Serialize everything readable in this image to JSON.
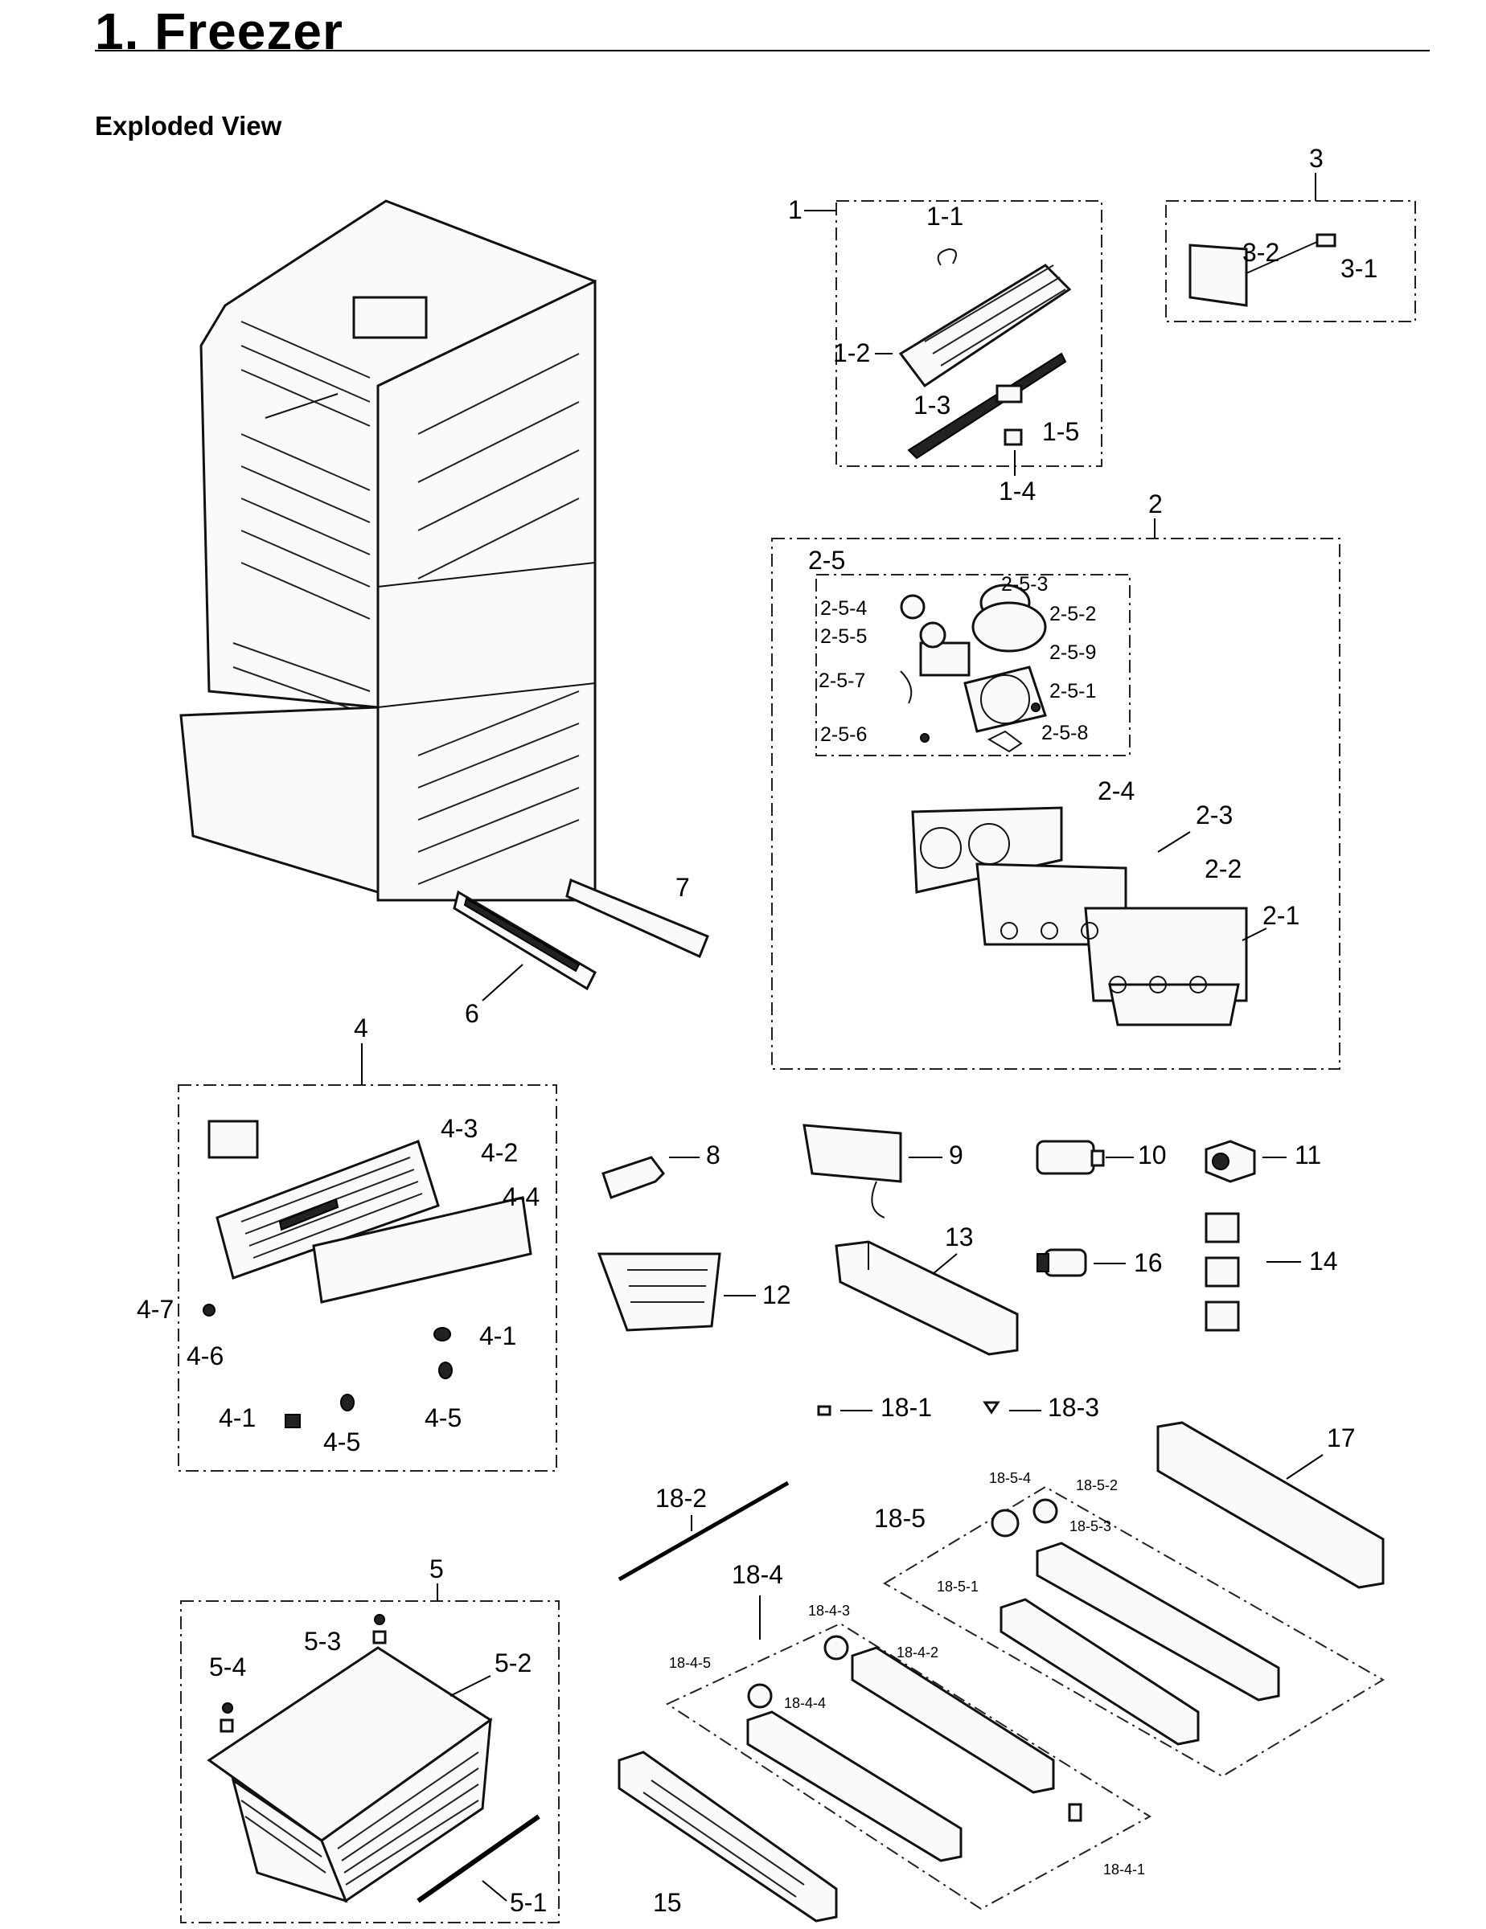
{
  "page": {
    "title": "1.  Freezer",
    "subtitle": "Exploded View"
  },
  "labels": {
    "l1": "1",
    "l1_1": "1-1",
    "l1_2": "1-2",
    "l1_3": "1-3",
    "l1_4": "1-4",
    "l1_5": "1-5",
    "l2": "2",
    "l2_1": "2-1",
    "l2_2": "2-2",
    "l2_3": "2-3",
    "l2_4": "2-4",
    "l2_5": "2-5",
    "l2_5_1": "2-5-1",
    "l2_5_2": "2-5-2",
    "l2_5_3": "2-5-3",
    "l2_5_4": "2-5-4",
    "l2_5_5": "2-5-5",
    "l2_5_6": "2-5-6",
    "l2_5_7": "2-5-7",
    "l2_5_8": "2-5-8",
    "l2_5_9": "2-5-9",
    "l3": "3",
    "l3_1": "3-1",
    "l3_2": "3-2",
    "l4": "4",
    "l4_1a": "4-1",
    "l4_1b": "4-1",
    "l4_2": "4-2",
    "l4_3": "4-3",
    "l4_4": "4-4",
    "l4_5a": "4-5",
    "l4_5b": "4-5",
    "l4_6": "4-6",
    "l4_7": "4-7",
    "l5": "5",
    "l5_1": "5-1",
    "l5_2": "5-2",
    "l5_3": "5-3",
    "l5_4": "5-4",
    "l6": "6",
    "l7": "7",
    "l8": "8",
    "l9": "9",
    "l10": "10",
    "l11": "11",
    "l12": "12",
    "l13": "13",
    "l14": "14",
    "l15": "15",
    "l16": "16",
    "l17": "17",
    "l18_1": "18-1",
    "l18_2": "18-2",
    "l18_3": "18-3",
    "l18_4": "18-4",
    "l18_5": "18-5",
    "l18_4_1": "18-4-1",
    "l18_4_2": "18-4-2",
    "l18_4_3": "18-4-3",
    "l18_4_4": "18-4-4",
    "l18_4_5": "18-4-5",
    "l18_5_1": "18-5-1",
    "l18_5_2": "18-5-2",
    "l18_5_3": "18-5-3",
    "l18_5_4": "18-5-4"
  }
}
